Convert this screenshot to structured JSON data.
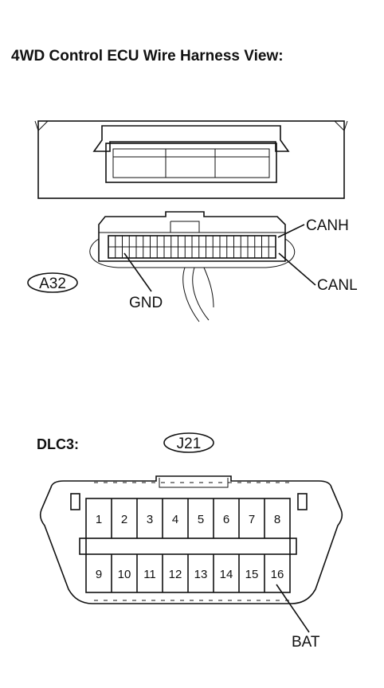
{
  "title": "4WD Control ECU Wire Harness View:",
  "ecu": {
    "connector_code": "A32",
    "callouts": {
      "canh": "CANH",
      "canl": "CANL",
      "gnd": "GND"
    }
  },
  "dlc": {
    "label": "DLC3:",
    "connector_code": "J21",
    "pins_top": [
      "1",
      "2",
      "3",
      "4",
      "5",
      "6",
      "7",
      "8"
    ],
    "pins_bottom": [
      "9",
      "10",
      "11",
      "12",
      "13",
      "14",
      "15",
      "16"
    ],
    "callout": "BAT"
  }
}
